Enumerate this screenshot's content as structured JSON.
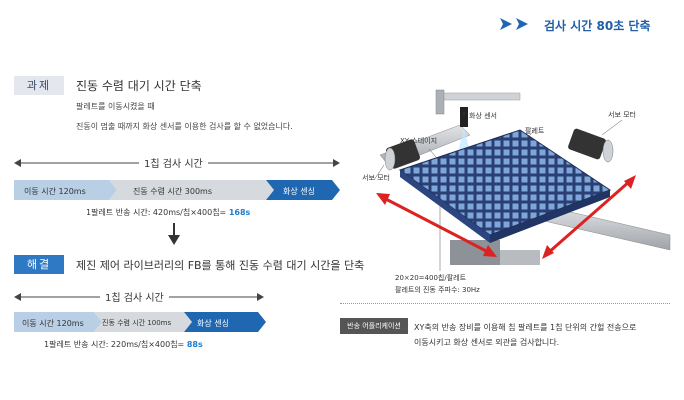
{
  "header": {
    "title": "검사 시간 80초 단축"
  },
  "task": {
    "tag": "과제",
    "heading": "진동 수렴 대기 시간 단축",
    "desc_line1": "팔레트를 이동시켰을 때",
    "desc_line2": "진동이 멈출 때까지 화상 센서를 이용한 검사를 할 수 없었습니다.",
    "cycle_label": "1칩 검사 시간",
    "segments": [
      {
        "label": "이동 시간 120ms",
        "color": "#b9cfe6"
      },
      {
        "label": "진동 수렴 시간 300ms",
        "color": "#d6d9dd"
      },
      {
        "label": "화상 센싱",
        "color": "#1f67b0"
      }
    ],
    "summary_prefix": "1팔레트 반송 시간:  420ms/칩×400칩= ",
    "summary_value": "168s"
  },
  "solution": {
    "tag": "해결",
    "heading": "제진 제어 라이브러리의 FB를 통해 진동 수렴 대기 시간을 단축",
    "cycle_label": "1칩 검사 시간",
    "segments": [
      {
        "label": "이동 시간  120ms",
        "color": "#b9cfe6"
      },
      {
        "label": "진동 수렴 시간 100ms",
        "color": "#d6d9dd"
      },
      {
        "label": "화상 센싱",
        "color": "#1f67b0"
      }
    ],
    "summary_prefix": "1팔레트 반송 시간:  220ms/칩×400칩= ",
    "summary_value": "88s"
  },
  "illustration": {
    "label_image_sensor": "화상 센서",
    "label_servo_right": "서보 모터",
    "label_xy_stage": "XY 스테이지",
    "label_pallet": "팔레트",
    "label_servo_left": "서보 모터",
    "label_grid": "20×20=400칩/팔레트",
    "label_freq": "팔레트의 진동 주파수: 30Hz"
  },
  "application": {
    "tag": "반송 어플리케이션",
    "desc_line1": "XY축의 반송 장비를 이용해 칩 팔레트를 1칩 단위의 간헐 전송으로",
    "desc_line2": "이동시키고 화상 센서로 외관을 검사합니다."
  }
}
